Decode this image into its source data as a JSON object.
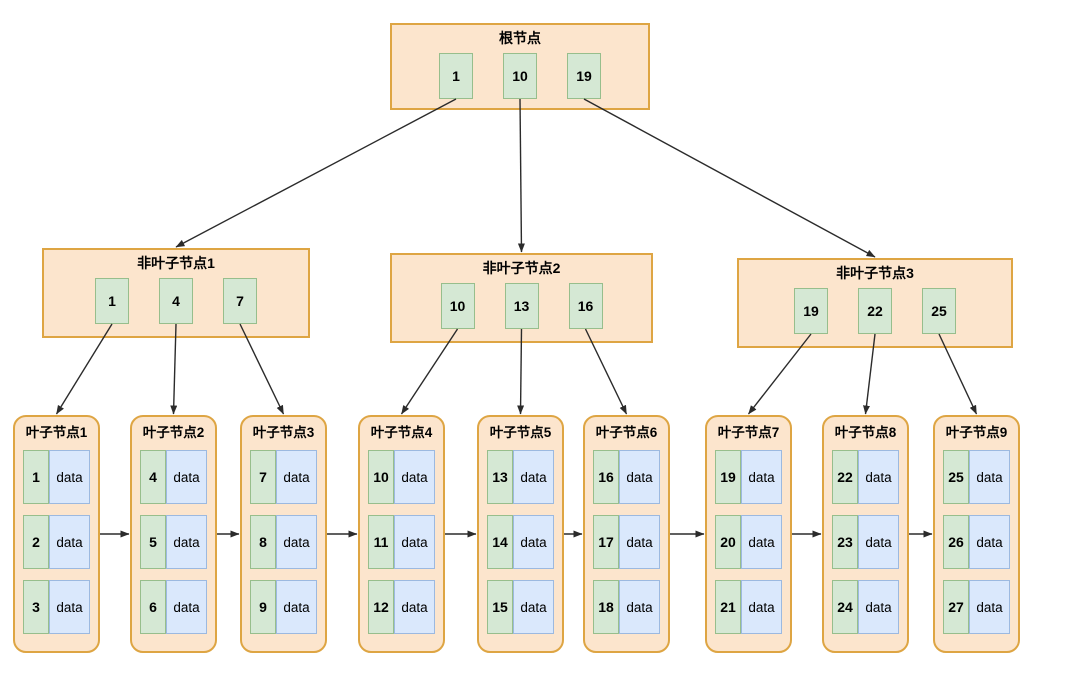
{
  "diagram": {
    "type": "b-plus-tree",
    "root": {
      "label": "根节点",
      "keys": [
        "1",
        "10",
        "19"
      ]
    },
    "internals": [
      {
        "label": "非叶子节点1",
        "keys": [
          "1",
          "4",
          "7"
        ]
      },
      {
        "label": "非叶子节点2",
        "keys": [
          "10",
          "13",
          "16"
        ]
      },
      {
        "label": "非叶子节点3",
        "keys": [
          "19",
          "22",
          "25"
        ]
      }
    ],
    "leaves": [
      {
        "label": "叶子节点1",
        "rows": [
          {
            "key": "1",
            "value": "data"
          },
          {
            "key": "2",
            "value": "data"
          },
          {
            "key": "3",
            "value": "data"
          }
        ]
      },
      {
        "label": "叶子节点2",
        "rows": [
          {
            "key": "4",
            "value": "data"
          },
          {
            "key": "5",
            "value": "data"
          },
          {
            "key": "6",
            "value": "data"
          }
        ]
      },
      {
        "label": "叶子节点3",
        "rows": [
          {
            "key": "7",
            "value": "data"
          },
          {
            "key": "8",
            "value": "data"
          },
          {
            "key": "9",
            "value": "data"
          }
        ]
      },
      {
        "label": "叶子节点4",
        "rows": [
          {
            "key": "10",
            "value": "data"
          },
          {
            "key": "11",
            "value": "data"
          },
          {
            "key": "12",
            "value": "data"
          }
        ]
      },
      {
        "label": "叶子节点5",
        "rows": [
          {
            "key": "13",
            "value": "data"
          },
          {
            "key": "14",
            "value": "data"
          },
          {
            "key": "15",
            "value": "data"
          }
        ]
      },
      {
        "label": "叶子节点6",
        "rows": [
          {
            "key": "16",
            "value": "data"
          },
          {
            "key": "17",
            "value": "data"
          },
          {
            "key": "18",
            "value": "data"
          }
        ]
      },
      {
        "label": "叶子节点7",
        "rows": [
          {
            "key": "19",
            "value": "data"
          },
          {
            "key": "20",
            "value": "data"
          },
          {
            "key": "21",
            "value": "data"
          }
        ]
      },
      {
        "label": "叶子节点8",
        "rows": [
          {
            "key": "22",
            "value": "data"
          },
          {
            "key": "23",
            "value": "data"
          },
          {
            "key": "24",
            "value": "data"
          }
        ]
      },
      {
        "label": "叶子节点9",
        "rows": [
          {
            "key": "25",
            "value": "data"
          },
          {
            "key": "26",
            "value": "data"
          },
          {
            "key": "27",
            "value": "data"
          }
        ]
      }
    ],
    "colors": {
      "node_fill": "#FCE5CD",
      "node_border": "#DEA543",
      "key_fill": "#D5E8D4",
      "key_border": "#97BE8C",
      "data_fill": "#DAE8FC",
      "data_border": "#9CB9E0",
      "arrow": "#2B2B2B",
      "text": "#000000"
    }
  }
}
